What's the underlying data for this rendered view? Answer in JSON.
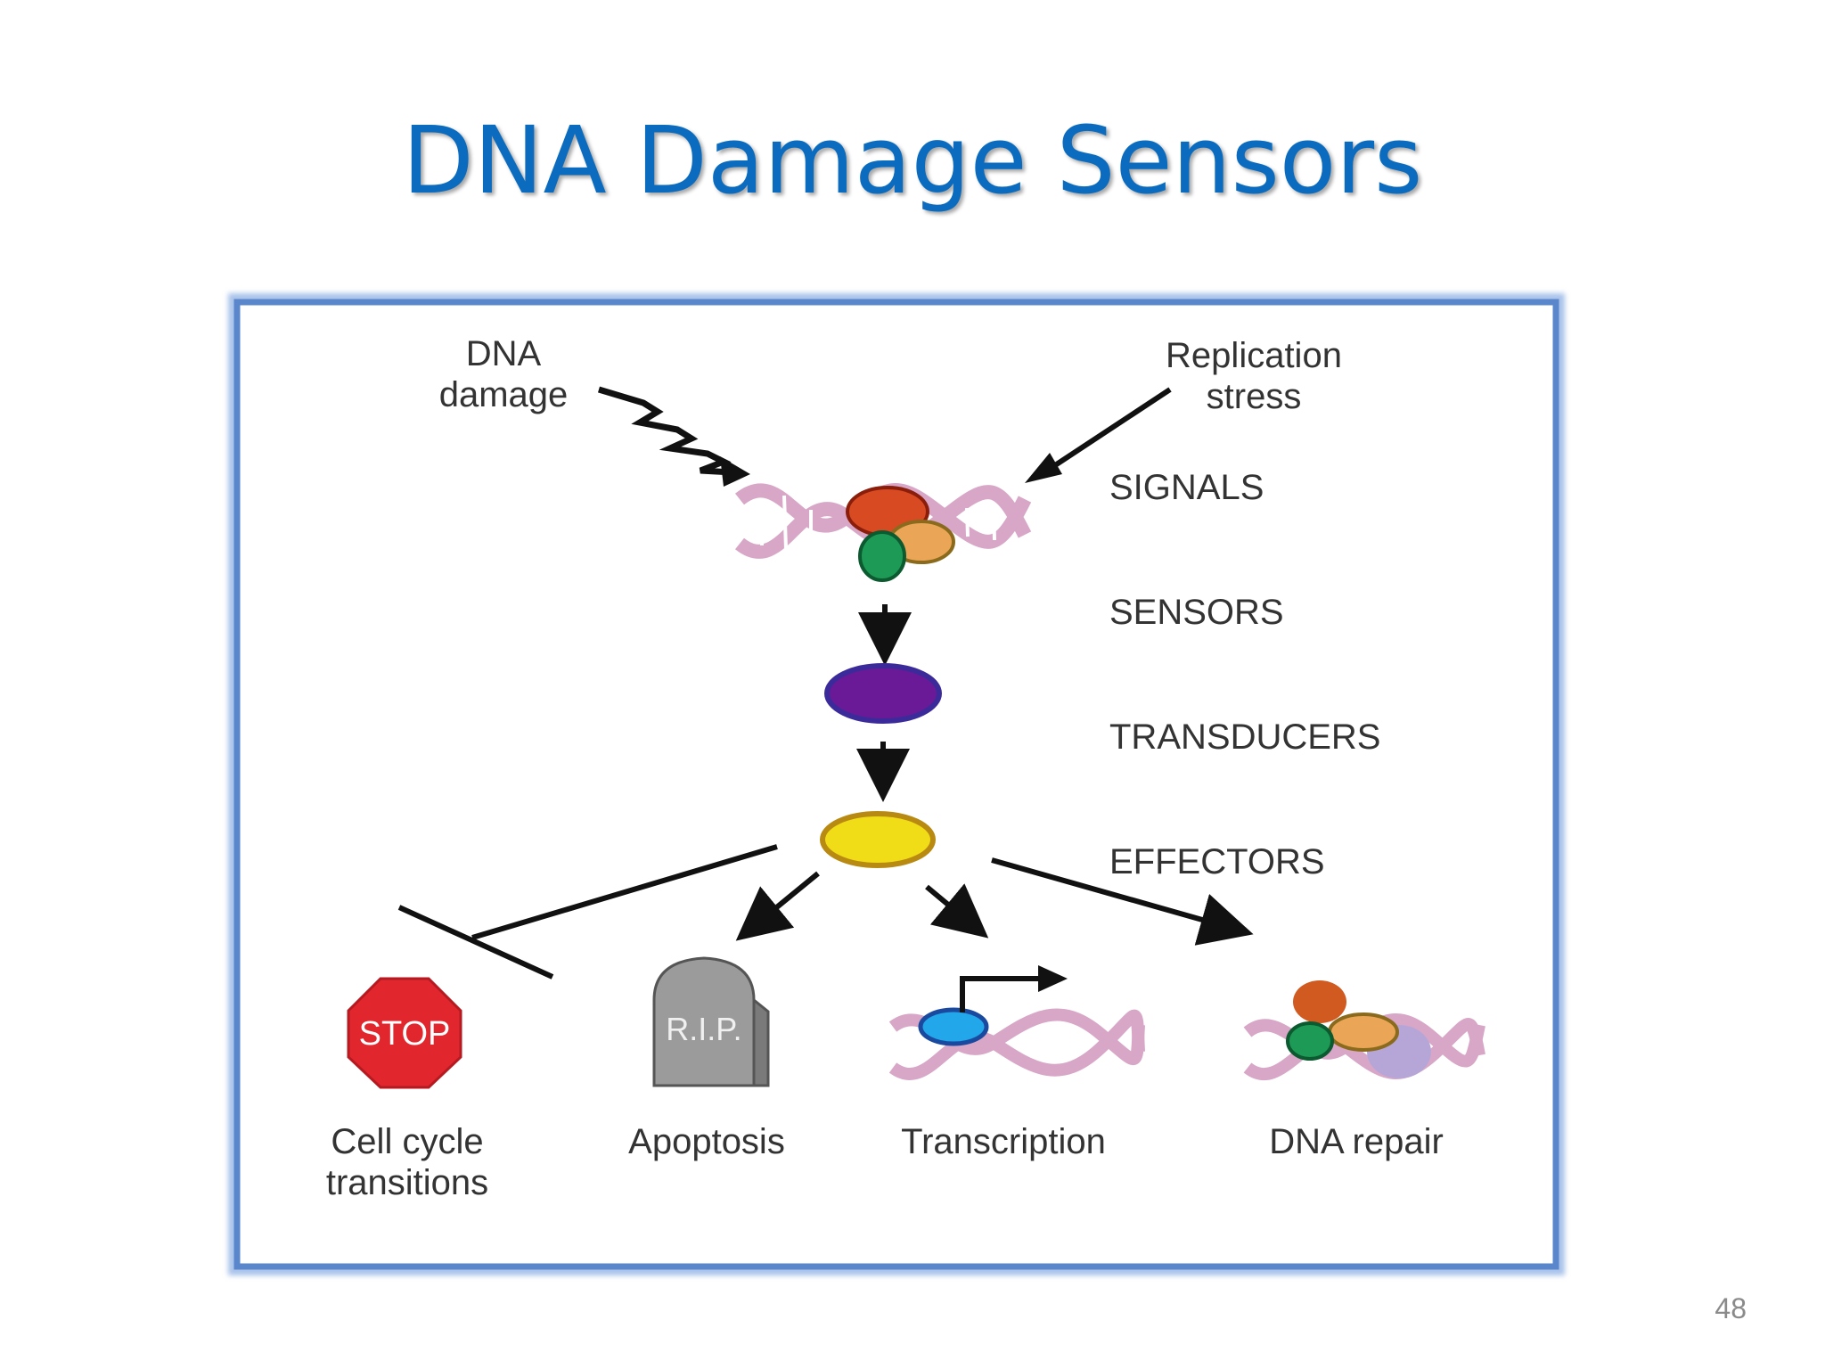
{
  "slide": {
    "title": "DNA Damage Sensors",
    "page_number": "48"
  },
  "diagram": {
    "inputs": {
      "dna_damage": [
        "DNA",
        "damage"
      ],
      "replication_stress": [
        "Replication",
        "stress"
      ]
    },
    "stages": [
      "SIGNALS",
      "SENSORS",
      "TRANSDUCERS",
      "EFFECTORS"
    ],
    "outcomes": {
      "cell_cycle": [
        "Cell cycle",
        "transitions"
      ],
      "apoptosis": "Apoptosis",
      "transcription": "Transcription",
      "dna_repair": "DNA repair"
    },
    "sign_text": {
      "stop": "STOP",
      "rip": "R.I.P."
    },
    "colors": {
      "title": "#0b6cbf",
      "frame": "#5a87cb",
      "dna": "#d8a6c6",
      "sensor_red": "#d84a22",
      "sensor_orange": "#eaa656",
      "sensor_green": "#1d9a55",
      "transducer": "#6a1a96",
      "effector": "#f1dc18",
      "stop_sign": "#e1262e",
      "tombstone": "#9b9b9b",
      "tf_blue": "#22a7ea",
      "repair_lilac": "#b6a6d8"
    }
  }
}
